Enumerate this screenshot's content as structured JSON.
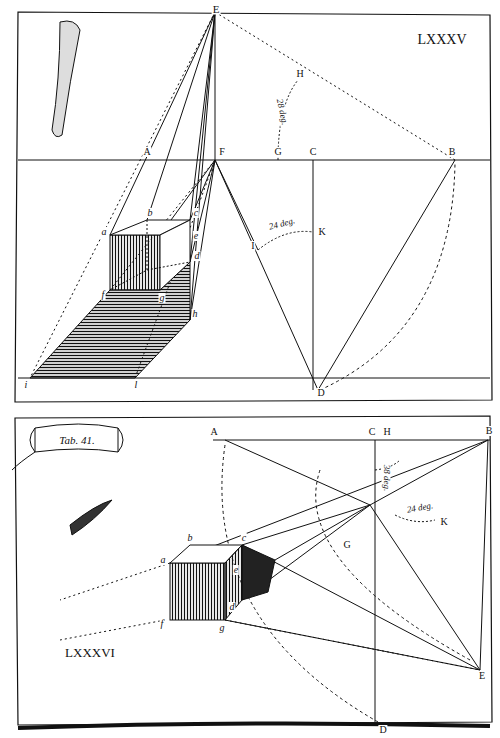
{
  "diagram": {
    "labels": [
      "E",
      "LXXXV",
      "H",
      "28 deg.",
      "A",
      "F",
      "G",
      "C",
      "B",
      "b",
      "c",
      "a",
      "e",
      "I",
      "24 deg.",
      "K",
      "d",
      "f",
      "g",
      "h",
      "i",
      "l",
      "D",
      "Tab. 41.",
      "A",
      "C",
      "H",
      "B",
      "38 deg.",
      "24 deg.",
      "K",
      "G",
      "b",
      "c",
      "a",
      "e",
      "d",
      "f",
      "g",
      "E",
      "LXXXVI",
      "D"
    ]
  }
}
